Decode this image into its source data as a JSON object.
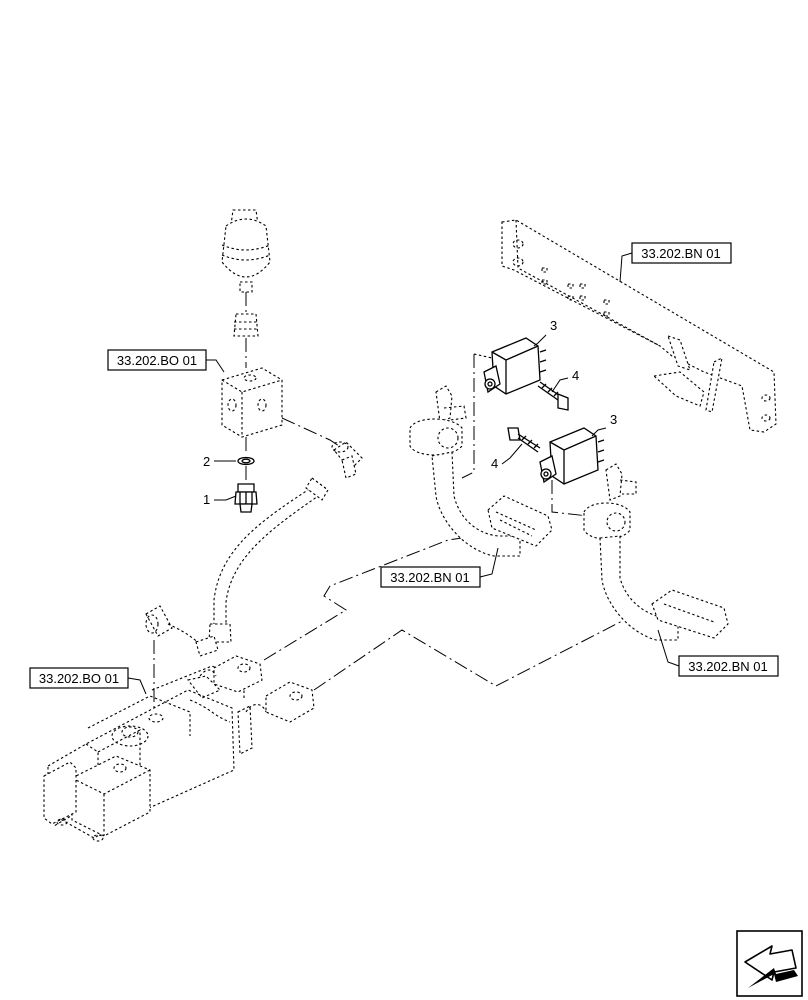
{
  "references": {
    "bo_top": "33.202.BO 01",
    "bo_bottom": "33.202.BO 01",
    "bn_bracket": "33.202.BN 01",
    "bn_left_pedal": "33.202.BN 01",
    "bn_right_pedal": "33.202.BN 01"
  },
  "callouts": {
    "item_1": "1",
    "item_2": "2",
    "item_3_upper": "3",
    "item_3_lower": "3",
    "item_4_upper": "4",
    "item_4_lower": "4"
  },
  "navigation": {
    "icon": "next-page-arrow-icon"
  }
}
